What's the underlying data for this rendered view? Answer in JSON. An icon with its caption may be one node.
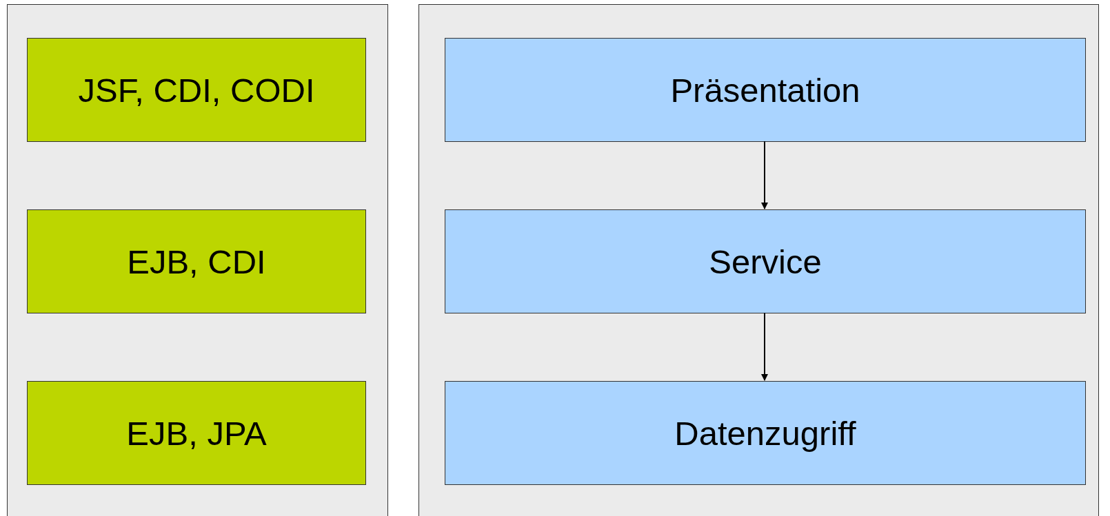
{
  "diagram": {
    "nodes": [
      {
        "text": [],
        "shape": "box"
      },
      {
        "text": [
          "JSF, CDI, CODI"
        ],
        "in": 0
      },
      {
        "text": [
          "EJB, CDI"
        ],
        "in": 0
      },
      {
        "text": [
          "EJB, JPA"
        ],
        "in": 0
      },
      {
        "text": [],
        "shape": "box"
      },
      {
        "text": [
          "Präsentation"
        ],
        "in": 4
      },
      {
        "text": [
          "Service"
        ],
        "in": 4
      },
      {
        "text": [
          "Datenzugriff"
        ],
        "in": 4
      }
    ],
    "edges": [
      {
        "from": 5,
        "to": 6,
        "arrow": "to"
      },
      {
        "from": 6,
        "to": 7,
        "arrow": "to"
      }
    ]
  }
}
